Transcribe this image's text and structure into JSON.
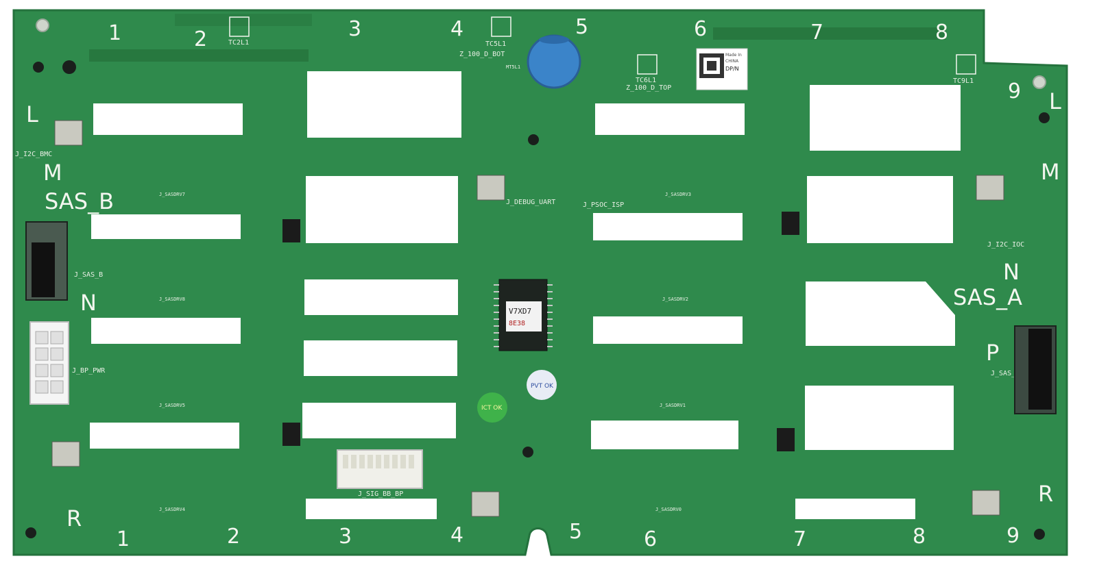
{
  "board": {
    "pcb_color": "#2f8a4c",
    "pcb_dark": "#24723d",
    "silkscreen_color": "#f3f6ef",
    "capacitor_color": "#3b84c9"
  },
  "bay_numbers_top": [
    "1",
    "2",
    "3",
    "4",
    "5",
    "6",
    "7",
    "8",
    "9"
  ],
  "bay_numbers_bottom": [
    "1",
    "2",
    "3",
    "4",
    "5",
    "6",
    "7",
    "8",
    "9"
  ],
  "row_letters": [
    "L",
    "M",
    "N",
    "P",
    "R"
  ],
  "labels": {
    "sas_b": "SAS_B",
    "sas_a": "SAS_A",
    "j_i2c_bmc": "J_I2C_BMC",
    "j_i2c_ioc": "J_I2C_IOC",
    "j_sas_b": "J_SAS_B",
    "j_sas_a": "J_SAS_A",
    "j_bp_pwr": "J_BP_PWR",
    "j_debug_uart": "J_DEBUG_UART",
    "j_psoc_isp": "J_PSOC_ISP",
    "j_sig_bb_bp": "J_SIG_BB_BP",
    "tc2l1": "TC2L1",
    "tc5l1": "TC5L1",
    "tc6l1": "TC6L1",
    "tc9l1": "TC9L1",
    "z100_bot": "Z_100_D_BOT",
    "z100_top": "Z_100_D_TOP",
    "mt5l1": "MT5L1",
    "made_in": "Made In",
    "china": "CHINA",
    "dpn": "DP/N",
    "chip_text": "V7XD7",
    "chip_sub": "8E38",
    "sasdrv": [
      "J_SASDRV7",
      "J_SASDRV8",
      "J_SASDRV5",
      "J_SASDRV4",
      "J_SASDRV3",
      "J_SASDRV2",
      "J_SASDRV1",
      "J_SASDRV0"
    ],
    "ict_sticker": "ICT OK",
    "pvt_sticker": "PVT OK"
  }
}
